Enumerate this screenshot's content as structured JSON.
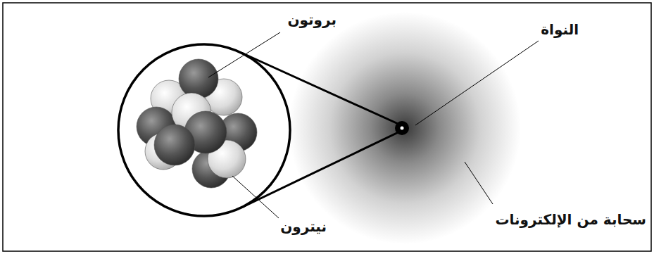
{
  "diagram": {
    "labels": [
      "النواة",
      "بروتون",
      "نيترون",
      "سحابة من الإلكترونات"
    ]
  }
}
